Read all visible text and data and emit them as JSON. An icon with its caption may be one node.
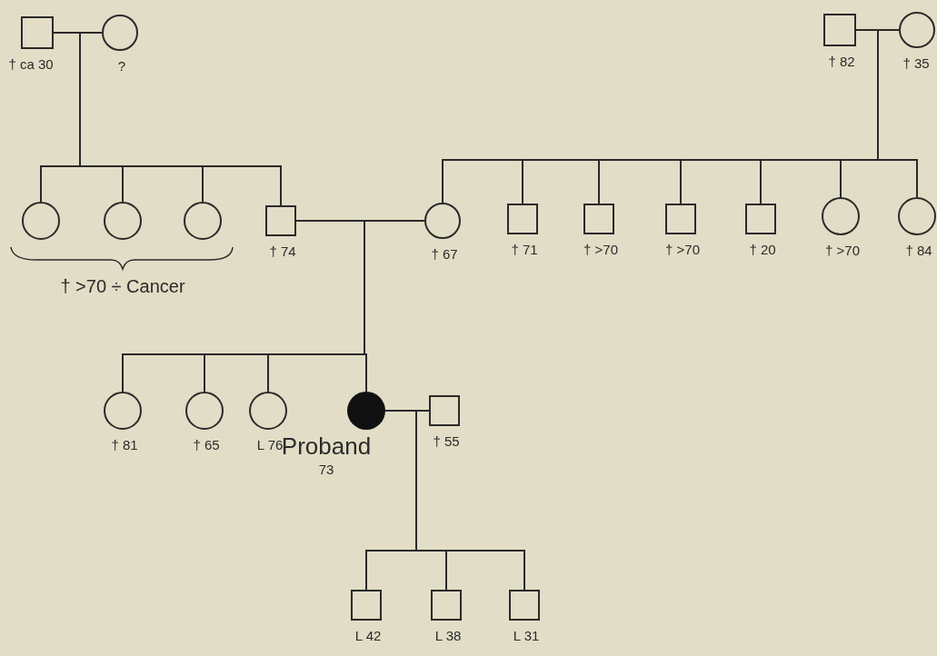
{
  "diagram": {
    "nodes": [
      {
        "text": [],
        "shape": "box",
        "beside": [
          "† ca 30"
        ]
      },
      {
        "text": [],
        "shape": "circle",
        "beside": [
          "?"
        ]
      },
      {
        "text": [],
        "shape": "box",
        "beside": [
          "† 82"
        ]
      },
      {
        "text": [],
        "shape": "circle",
        "beside": [
          "† 35"
        ]
      },
      {
        "text": [],
        "shape": "circle"
      },
      {
        "text": [],
        "shape": "circle"
      },
      {
        "text": [],
        "shape": "circle"
      },
      {
        "text": [],
        "shape": "box",
        "beside": [
          "† 74"
        ]
      },
      {
        "text": [],
        "shape": "circle",
        "beside": [
          "† 67"
        ]
      },
      {
        "text": [],
        "shape": "box",
        "beside": [
          "† 71"
        ]
      },
      {
        "text": [],
        "shape": "box",
        "beside": [
          "† >70"
        ]
      },
      {
        "text": [],
        "shape": "box",
        "beside": [
          "† >70"
        ]
      },
      {
        "text": [],
        "shape": "box",
        "beside": [
          "† 20"
        ]
      },
      {
        "text": [],
        "shape": "circle",
        "beside": [
          "† >70"
        ]
      },
      {
        "text": [],
        "shape": "circle",
        "beside": [
          "† 84"
        ]
      },
      {
        "text": [],
        "shape": "circle",
        "beside": [
          "† 81"
        ]
      },
      {
        "text": [],
        "shape": "circle",
        "beside": [
          "† 65"
        ]
      },
      {
        "text": [],
        "shape": "circle",
        "beside": [
          "L 76"
        ]
      },
      {
        "text": [],
        "shape": "disc",
        "beside": [
          "Proband",
          "73"
        ]
      },
      {
        "text": [],
        "shape": "box",
        "beside": [
          "† 55"
        ]
      },
      {
        "text": [],
        "shape": "box",
        "beside": [
          "L 42"
        ]
      },
      {
        "text": [],
        "shape": "box",
        "beside": [
          "L 38"
        ]
      },
      {
        "text": [],
        "shape": "box",
        "beside": [
          "L 31"
        ]
      }
    ],
    "edges": [
      {
        "from": 0,
        "to": 1,
        "arrow": "none"
      },
      {
        "from": 2,
        "to": 3,
        "arrow": "none"
      },
      {
        "from": 7,
        "to": 8,
        "arrow": "none"
      },
      {
        "from": 18,
        "to": 19,
        "arrow": "none"
      },
      {
        "from": 0,
        "to": 4,
        "arrow": "none"
      },
      {
        "from": 0,
        "to": 5,
        "arrow": "none"
      },
      {
        "from": 0,
        "to": 6,
        "arrow": "none"
      },
      {
        "from": 0,
        "to": 7,
        "arrow": "none"
      },
      {
        "from": 2,
        "to": 8,
        "arrow": "none"
      },
      {
        "from": 2,
        "to": 9,
        "arrow": "none"
      },
      {
        "from": 2,
        "to": 10,
        "arrow": "none"
      },
      {
        "from": 2,
        "to": 11,
        "arrow": "none"
      },
      {
        "from": 2,
        "to": 12,
        "arrow": "none"
      },
      {
        "from": 2,
        "to": 13,
        "arrow": "none"
      },
      {
        "from": 2,
        "to": 14,
        "arrow": "none"
      },
      {
        "from": 7,
        "to": 15,
        "arrow": "none"
      },
      {
        "from": 7,
        "to": 16,
        "arrow": "none"
      },
      {
        "from": 7,
        "to": 17,
        "arrow": "none"
      },
      {
        "from": 7,
        "to": 18,
        "arrow": "none"
      },
      {
        "from": 18,
        "to": 20,
        "arrow": "none"
      },
      {
        "from": 18,
        "to": 21,
        "arrow": "none"
      },
      {
        "from": 18,
        "to": 22,
        "arrow": "none"
      }
    ],
    "labels": [
      "† >70 ÷ Cancer"
    ]
  }
}
